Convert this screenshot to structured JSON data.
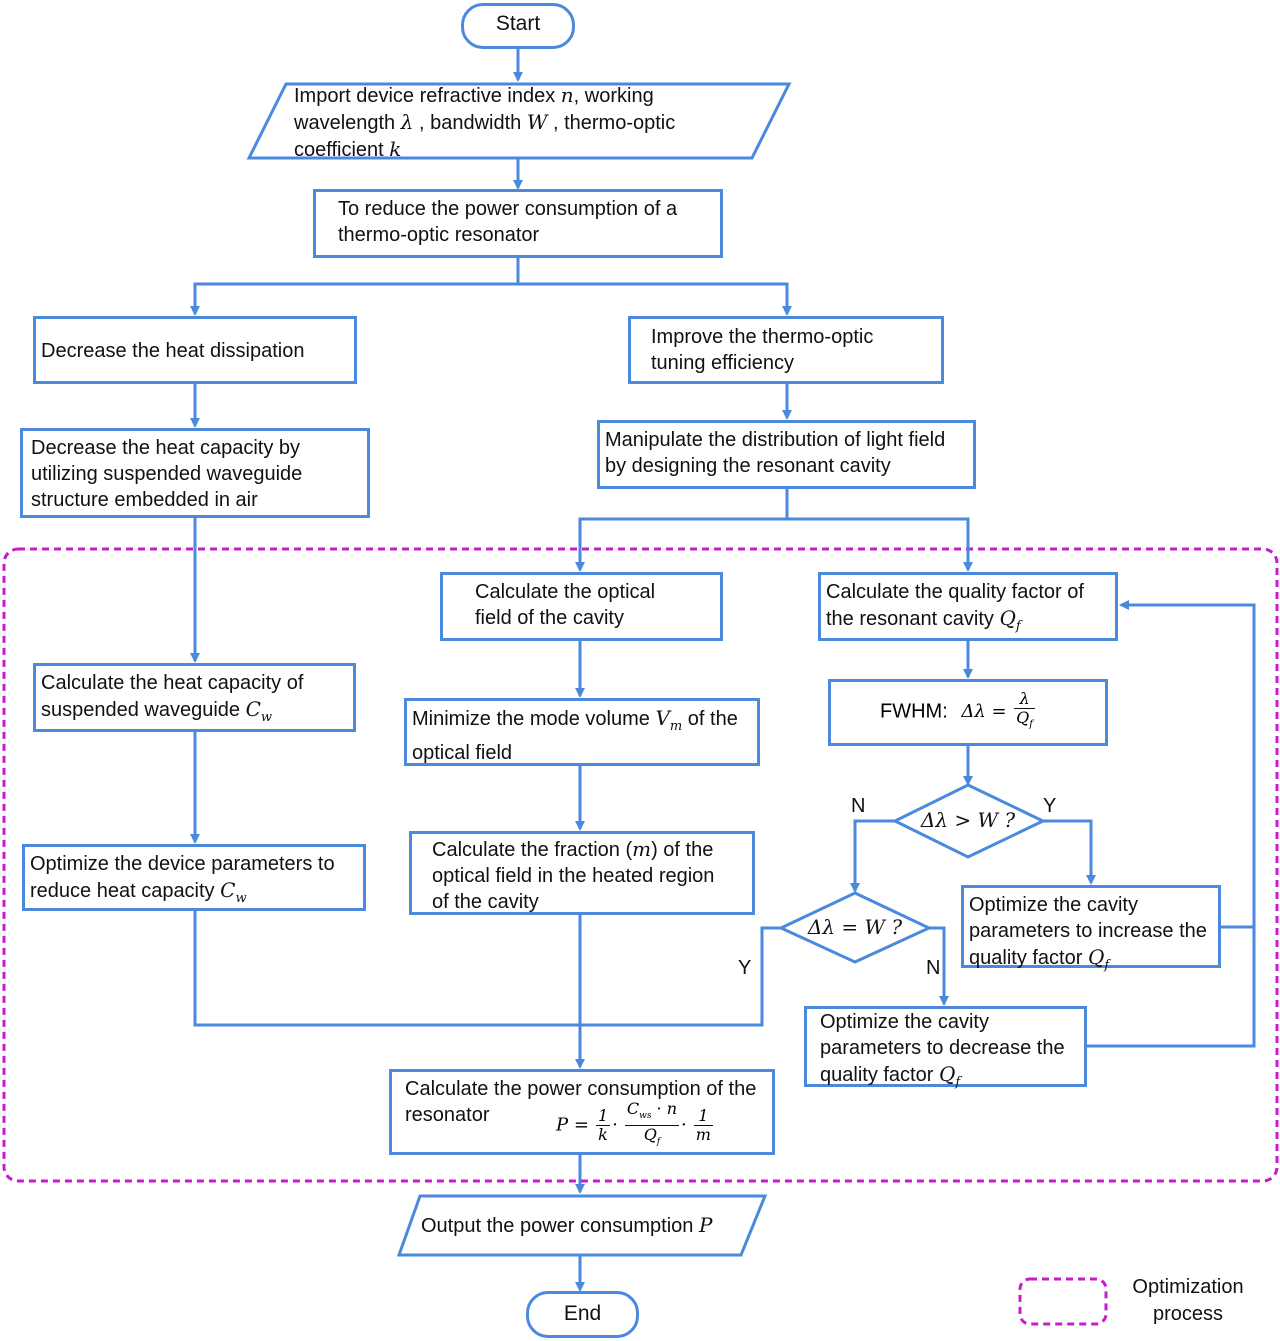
{
  "nodes": {
    "start": "Start",
    "import_line1_pre": "Import device refractive index ",
    "import_line1_var": "n",
    "import_line1_post": ", working",
    "import_line2_pre": "wavelength ",
    "import_line2_var": "λ",
    "import_line2_mid": " , bandwidth ",
    "import_line2_var2": "W",
    "import_line2_post": " , thermo-optic",
    "import_line3_pre": "coefficient ",
    "import_line3_var": "k",
    "reduce_power": "To reduce the power consumption of a thermo-optic resonator",
    "decrease_heat_dissipation": "Decrease the heat dissipation",
    "improve_tuning": "Improve the thermo-optic tuning efficiency",
    "decrease_heat_capacity": "Decrease the heat capacity by utilizing suspended waveguide structure embedded in air",
    "manipulate_light": "Manipulate the distribution of light field by designing the resonant cavity",
    "calc_optical_field": "Calculate the optical field of the cavity",
    "calc_quality_pre": "Calculate the quality factor of the resonant cavity ",
    "calc_quality_var": "Qf",
    "calc_heat_capacity_pre": "Calculate the heat capacity of suspended waveguide ",
    "calc_heat_capacity_var": "Cw",
    "minimize_mode_pre": "Minimize  the mode volume ",
    "minimize_mode_var": "Vm",
    "minimize_mode_post": " of the optical field",
    "fwhm_label": "FWHM:",
    "fwhm_lhs": "Δλ =",
    "fwhm_num": "λ",
    "fwhm_den": "Qf",
    "decision1": "Δλ > W ?",
    "decision2": "Δλ = W ?",
    "optimize_device_pre": "Optimize the device parameters to reduce heat capacity ",
    "optimize_device_var": "Cw",
    "calc_fraction_pre": "Calculate  the  fraction (",
    "calc_fraction_var": "m",
    "calc_fraction_post": ")   of the optical field in the heated region of the cavity",
    "optimize_increase_pre": "Optimize the cavity parameters to increase the quality factor ",
    "optimize_increase_var": "Qf",
    "optimize_decrease_pre": "Optimize the cavity parameters to decrease the quality factor ",
    "optimize_decrease_var": "Qf",
    "calc_power_text": "Calculate the power consumption of the resonator",
    "calc_power_lhs": "P =",
    "calc_power_f1_num": "1",
    "calc_power_f1_den": "k",
    "calc_power_f2_num": "Cws · n",
    "calc_power_f2_den": "Qf",
    "calc_power_f3_num": "1",
    "calc_power_f3_den": "m",
    "output_pre": "Output the power consumption ",
    "output_var": "P",
    "end": "End"
  },
  "edge_labels": {
    "d1_no": "N",
    "d1_yes": "Y",
    "d2_yes": "Y",
    "d2_no": "N"
  },
  "legend": {
    "label": "Optimization process"
  },
  "colors": {
    "arrow": "#4a89dc",
    "optimization_border": "#c41ccf"
  }
}
